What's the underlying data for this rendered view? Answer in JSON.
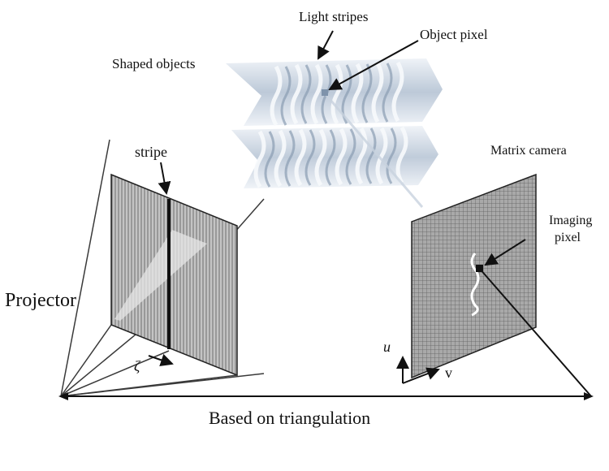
{
  "labels": {
    "light_stripes": "Light stripes",
    "object_pixel": "Object pixel",
    "shaped_objects": "Shaped objects",
    "stripe": "stripe",
    "matrix_camera": "Matrix camera",
    "imaging_pixel_line1": "Imaging",
    "imaging_pixel_line2": "pixel",
    "projector": "Projector",
    "zeta": "ζ",
    "u_axis": "u",
    "v_axis": "v",
    "caption": "Based on triangulation"
  },
  "colors": {
    "line": "#333333",
    "projector_panel": "#b8b8b8",
    "camera_panel": "#9a9a9a",
    "stripe_band_light": "#e8edf3",
    "stripe_band_dark": "#9eb0c6"
  }
}
